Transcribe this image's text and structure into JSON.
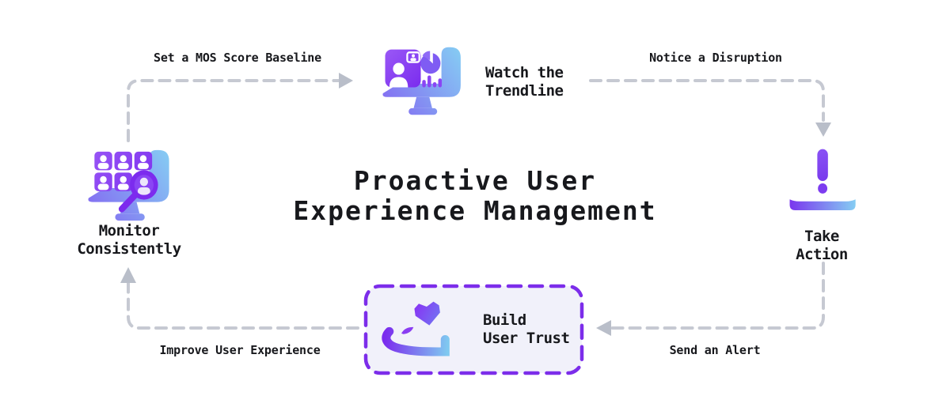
{
  "title": {
    "line1": "Proactive User",
    "line2": "Experience Management"
  },
  "nodes": {
    "monitor_consistently": {
      "label_line1": "Monitor",
      "label_line2": "Consistently",
      "icon": "monitor-users-magnifier-icon"
    },
    "watch_trendline": {
      "label_line1": "Watch the",
      "label_line2": "Trendline",
      "icon": "monitor-charts-icon"
    },
    "take_action": {
      "label_line1": "Take",
      "label_line2": "Action",
      "icon": "exclamation-icon"
    },
    "build_user_trust": {
      "label_line1": "Build",
      "label_line2": "User Trust",
      "icon": "hand-heart-icon",
      "highlighted": true
    }
  },
  "edges": {
    "set_baseline": {
      "label": "Set a MOS Score Baseline",
      "from": "monitor_consistently",
      "to": "watch_trendline"
    },
    "notice_disruption": {
      "label": "Notice a Disruption",
      "from": "watch_trendline",
      "to": "take_action"
    },
    "send_alert": {
      "label": "Send an Alert",
      "from": "take_action",
      "to": "build_user_trust"
    },
    "improve_experience": {
      "label": "Improve User Experience",
      "from": "build_user_trust",
      "to": "monitor_consistently"
    }
  },
  "colors": {
    "purple": "#7c2dea",
    "violet": "#8a45f4",
    "light_blue": "#85cdf3",
    "arrow_gray": "#c6c9d2",
    "arrowhead_gray": "#b9bec9",
    "text": "#17181c",
    "highlight_box_border": "#7c2dea",
    "highlight_box_bg": "#f1f1fa"
  }
}
